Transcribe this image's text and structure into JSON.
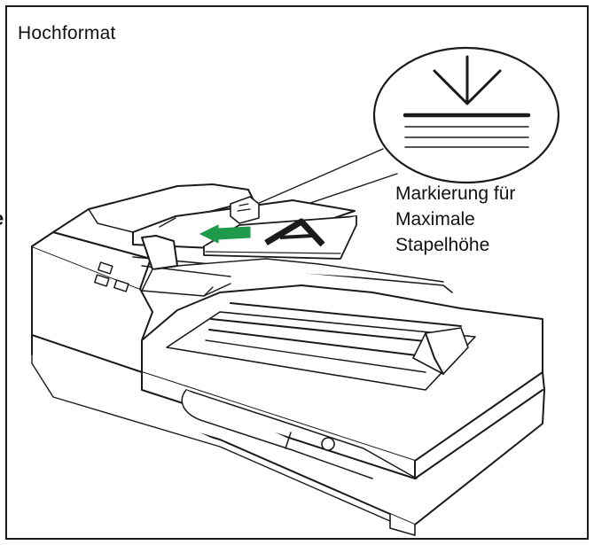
{
  "figure": {
    "title": "Hochformat",
    "callout_lines": [
      "Markierung für",
      "Maximale",
      "Stapelhöhe"
    ],
    "edge_fragment": "e",
    "colors": {
      "line": "#1a1a1a",
      "arrow": "#1f9a4a",
      "paper": "#ffffff"
    }
  }
}
